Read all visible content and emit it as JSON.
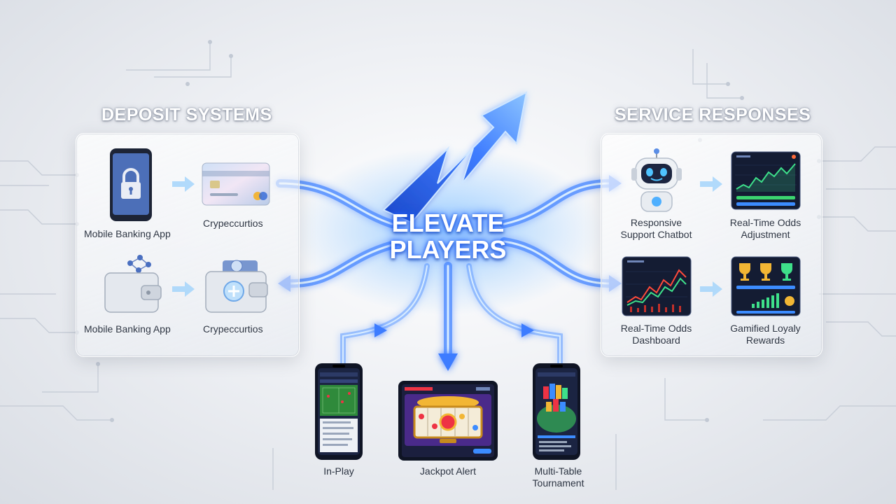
{
  "center": {
    "line1": "ELEVATE",
    "line2": "PLAYERS"
  },
  "deposit": {
    "title": "DEPOSIT SYSTEMS",
    "items": [
      {
        "label": "Mobile Banking App",
        "icon": "phone-lock-icon"
      },
      {
        "label": "Crypeccurtios",
        "icon": "credit-card-icon"
      },
      {
        "label": "Mobile Banking App",
        "icon": "wallet-icon"
      },
      {
        "label": "Crypeccurtios",
        "icon": "wallet-plus-icon"
      }
    ]
  },
  "service": {
    "title": "SERVICE RESPONSES",
    "items": [
      {
        "line1": "Responsive",
        "line2": "Support Chatbot",
        "icon": "robot-icon"
      },
      {
        "line1": "Real-Time Odds",
        "line2": "Adjustment",
        "icon": "line-chart-icon"
      },
      {
        "line1": "Real-Time Odds",
        "line2": "Dashboard",
        "icon": "dashboard-chart-icon"
      },
      {
        "line1": "Gamified Loyaly",
        "line2": "Rewards",
        "icon": "trophy-rewards-icon"
      }
    ]
  },
  "devices": [
    {
      "line1": "In-Play",
      "line2": "",
      "icon": "phone-sports-icon"
    },
    {
      "line1": "Jackpot Alert",
      "line2": "",
      "icon": "tablet-slots-icon"
    },
    {
      "line1": "Multi-Table",
      "line2": "Tournament",
      "icon": "phone-poker-icon"
    }
  ],
  "colors": {
    "accent": "#2f6bff",
    "glow": "#6fb4ff",
    "dark-screen": "#1a2140"
  }
}
